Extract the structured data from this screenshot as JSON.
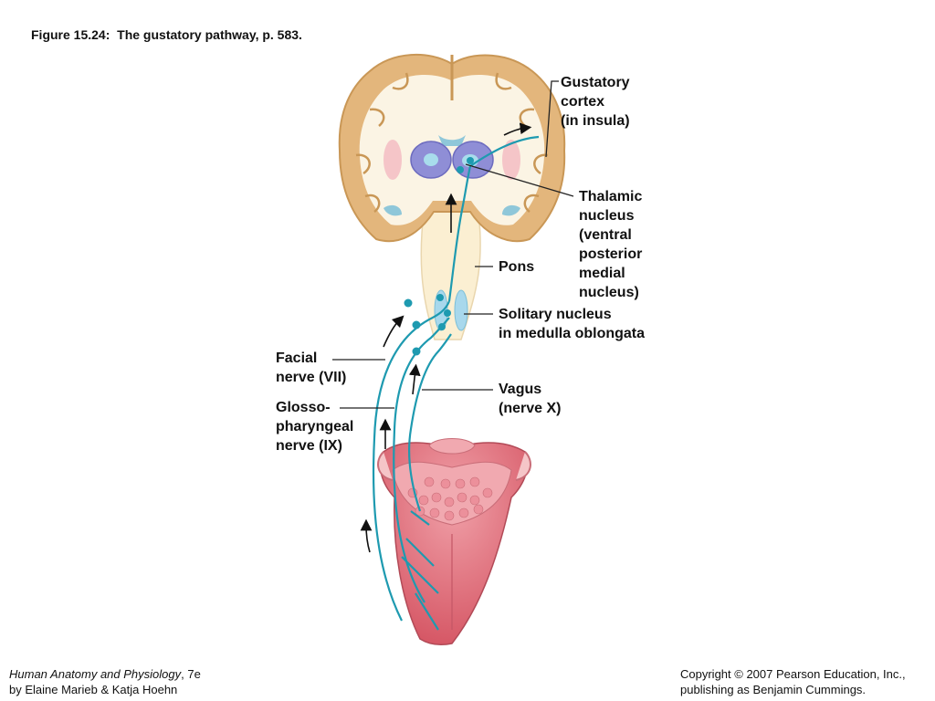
{
  "figure_title": "Figure 15.24:  The gustatory pathway, p. 583.",
  "labels": {
    "gustatory_cortex": [
      "Gustatory",
      "cortex",
      "(in insula)"
    ],
    "thalamic_nucleus": [
      "Thalamic",
      "nucleus",
      "(ventral",
      "posterior",
      "medial",
      "nucleus)"
    ],
    "pons": [
      "Pons"
    ],
    "solitary_nucleus": [
      "Solitary nucleus",
      "in medulla oblongata"
    ],
    "facial_nerve": [
      "Facial",
      "nerve (VII)"
    ],
    "glossopharyngeal_nerve": [
      "Glosso-",
      "pharyngeal",
      "nerve (IX)"
    ],
    "vagus_nerve": [
      "Vagus",
      "(nerve X)"
    ]
  },
  "footer": {
    "book_title": "Human Anatomy and Physiology",
    "book_edition": ", 7e",
    "authors": "by Elaine Marieb & Katja Hoehn",
    "copyright_line1": "Copyright © 2007 Pearson Education, Inc.,",
    "copyright_line2": "publishing as Benjamin Cummings."
  },
  "colors": {
    "brain_outer": "#e3b67c",
    "brain_inner": "#fbf4e4",
    "brainstem": "#fbefd2",
    "thalamus": "#8f8ed6",
    "nerve": "#1e9ab0",
    "solitary_nucleus": "#a8d8ec",
    "tongue": "#dc6a74",
    "tongue_light": "#f1a9b0",
    "label_line": "#222222"
  }
}
